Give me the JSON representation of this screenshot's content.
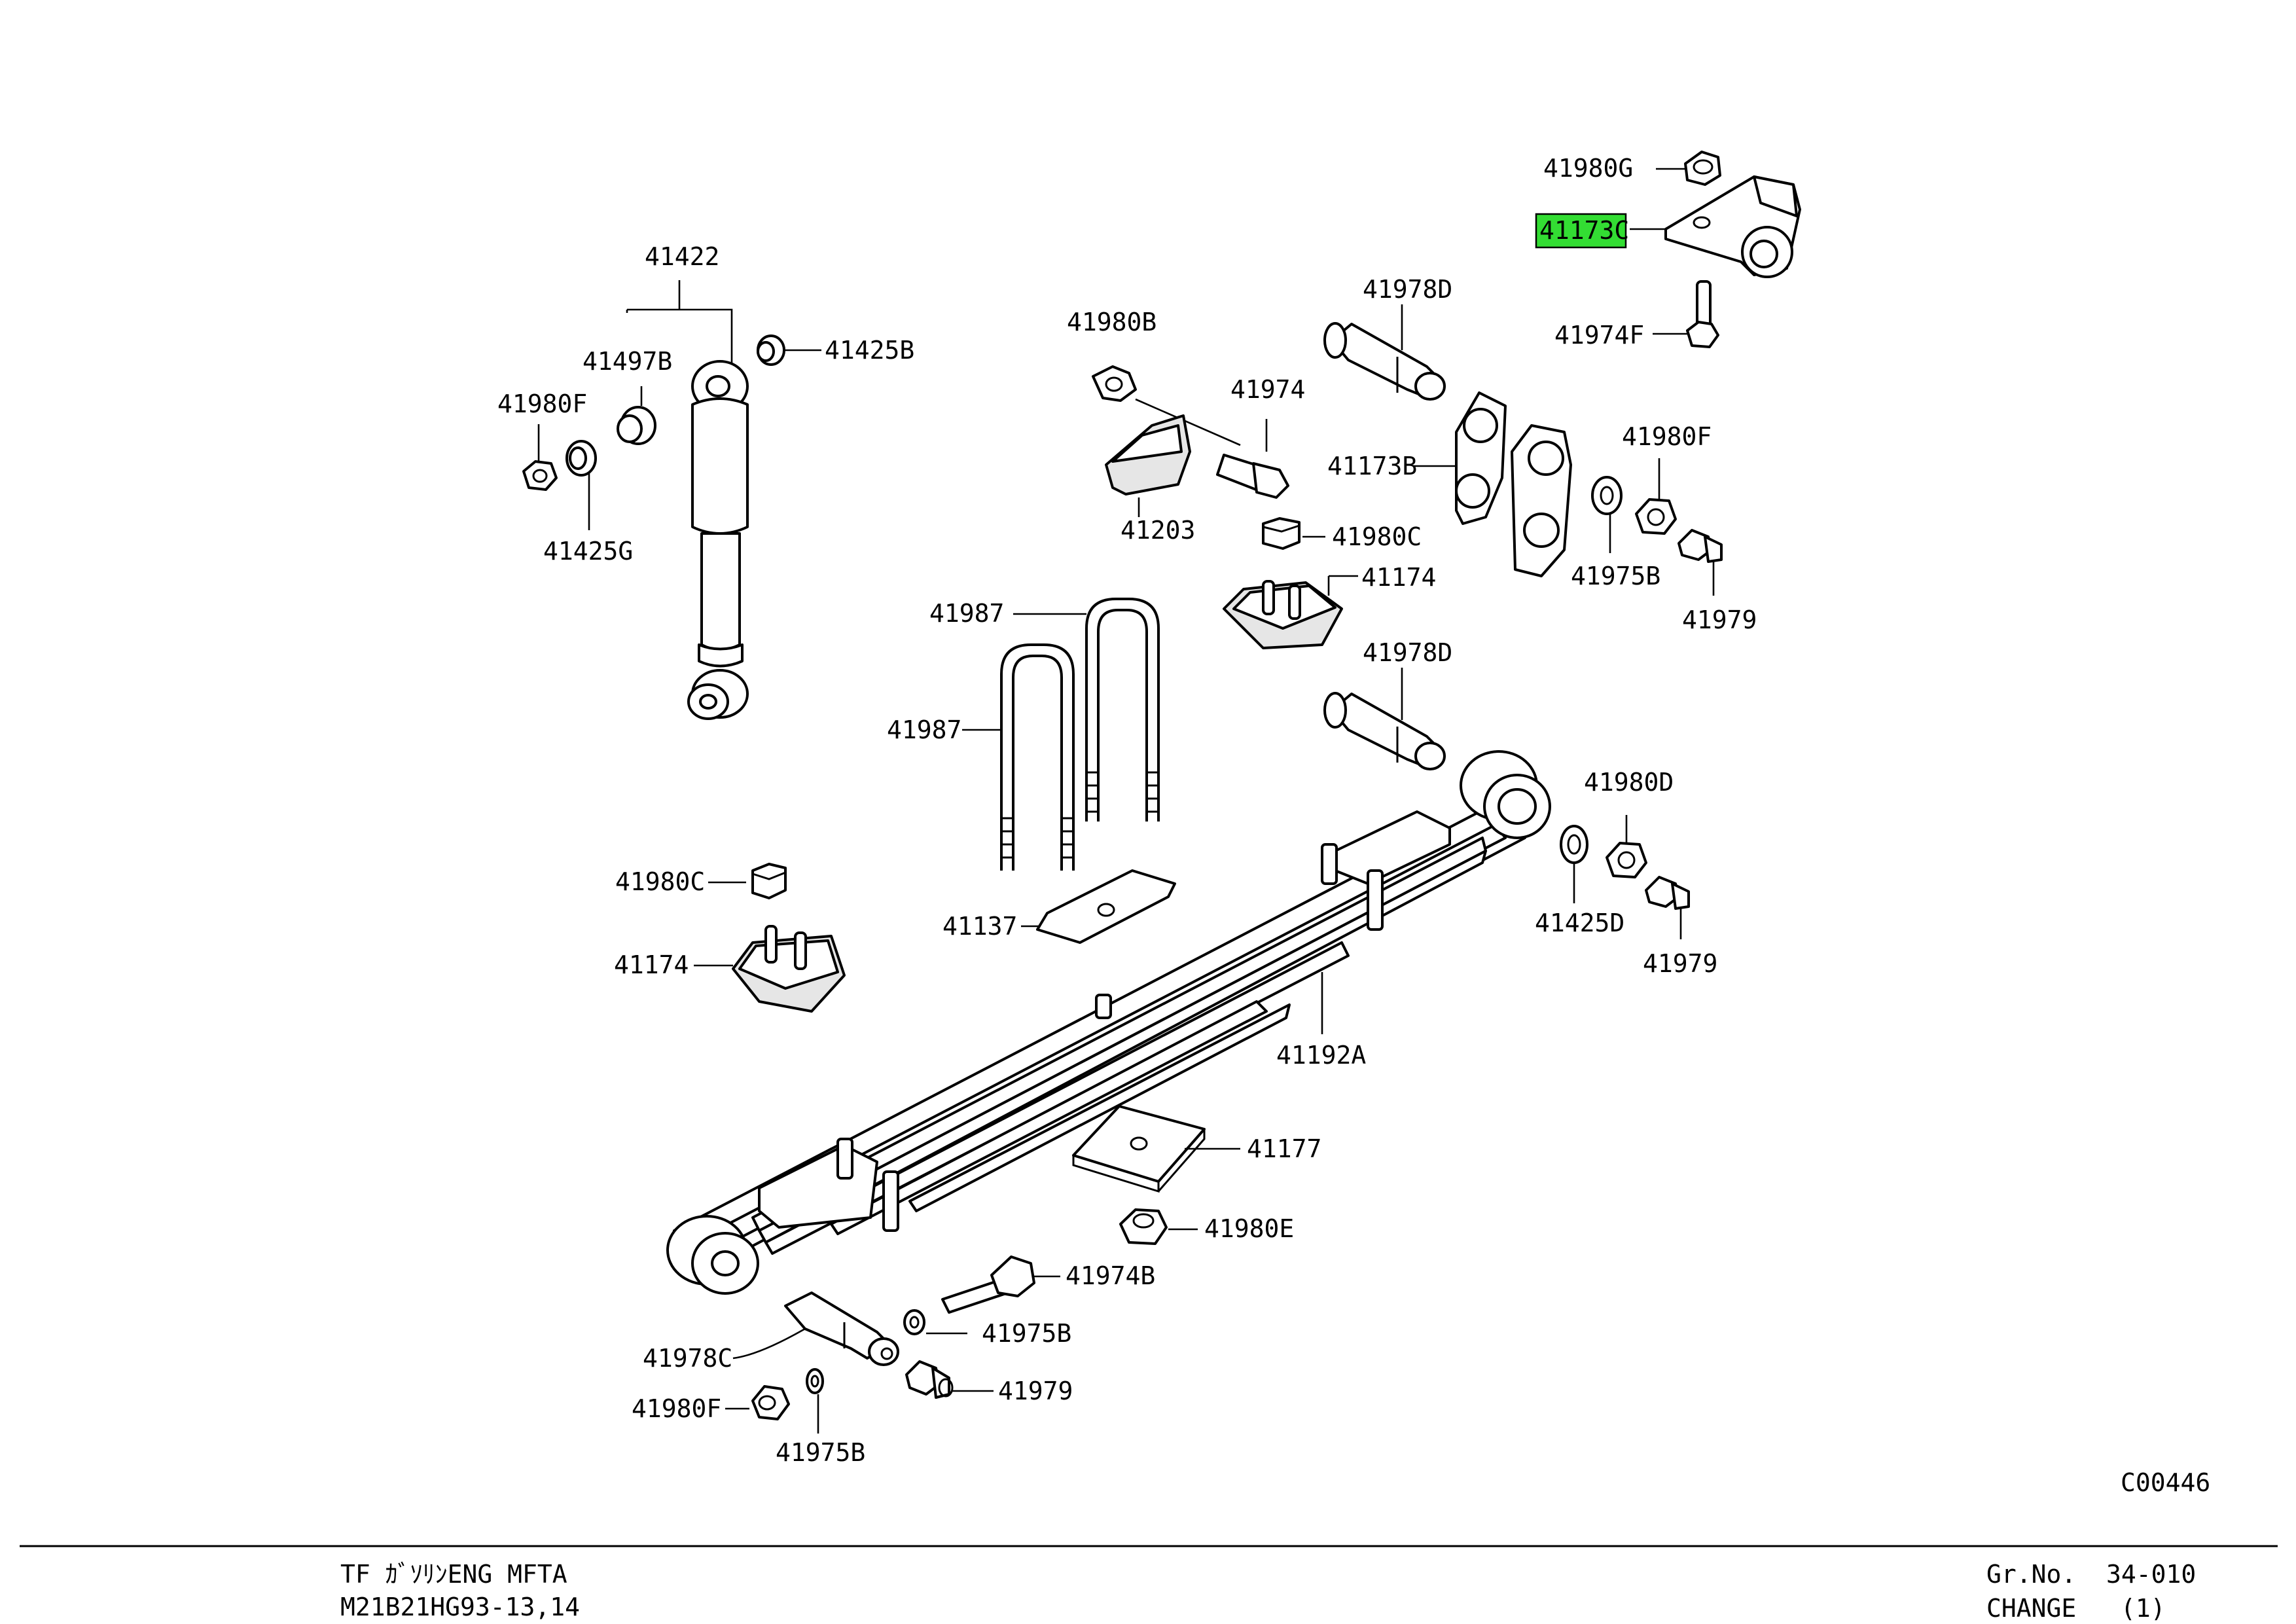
{
  "diagram_code": "C00446",
  "highlight_color": "#33dd33",
  "highlighted_part": "41173C",
  "footer": {
    "model_line1": "TF ｶﾞｿﾘﾝENG MFTA",
    "model_line2": "M21B21HG93-13,14",
    "group_label": "Gr.No.",
    "group_value": "34-010",
    "change_label": "CHANGE",
    "change_value": "(1)"
  },
  "callouts": [
    "41980G",
    "41173C",
    "41974F",
    "41978D",
    "41173B",
    "41980F",
    "41975B",
    "41979",
    "41422",
    "41497B",
    "41425B",
    "41980F",
    "41425G",
    "41980B",
    "41974",
    "41203",
    "41980C",
    "41174",
    "41987",
    "41987",
    "41978D",
    "41980D",
    "41425D",
    "41979",
    "41980C",
    "41174",
    "41137",
    "41192A",
    "41177",
    "41980E",
    "41974B",
    "41975B",
    "41978C",
    "41979",
    "41980F",
    "41975B"
  ]
}
